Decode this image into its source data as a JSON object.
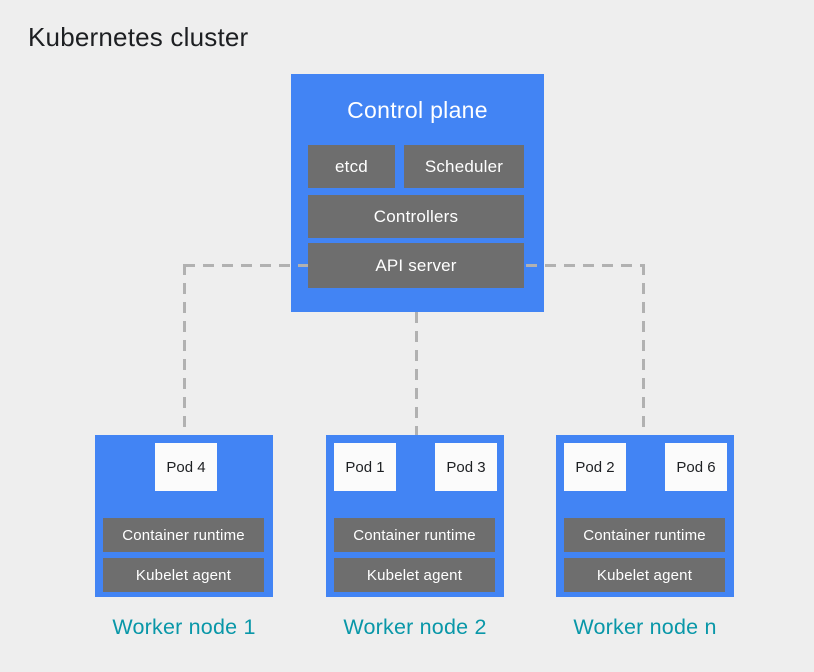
{
  "diagram_title": "Kubernetes cluster",
  "colors": {
    "background": "#eeeeee",
    "node_blue": "#4284f4",
    "component_gray": "#6e6e6e",
    "pod_white": "#fbfbfb",
    "connector_dash_gray": "#b1b1b1",
    "title_text": "#1d1f22",
    "worker_label_teal": "#0997a8",
    "component_text": "#ffffff"
  },
  "control_plane": {
    "title": "Control plane",
    "etcd": "etcd",
    "scheduler": "Scheduler",
    "controllers": "Controllers",
    "api_server": "API server"
  },
  "workers": [
    {
      "label": "Worker node 1",
      "pods": [
        "Pod 4"
      ],
      "runtime": "Container runtime",
      "agent": "Kubelet agent"
    },
    {
      "label": "Worker node 2",
      "pods": [
        "Pod 1",
        "Pod 3"
      ],
      "runtime": "Container runtime",
      "agent": "Kubelet agent"
    },
    {
      "label": "Worker node n",
      "pods": [
        "Pod 2",
        "Pod 6"
      ],
      "runtime": "Container runtime",
      "agent": "Kubelet agent"
    }
  ]
}
